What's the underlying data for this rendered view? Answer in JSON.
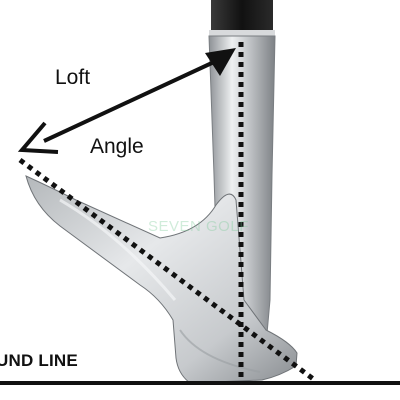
{
  "labels": {
    "loft": "Loft",
    "angle": "Angle",
    "ground_line": "UND LINE"
  },
  "watermark": {
    "text": "SEVEN GOLF"
  },
  "colors": {
    "background": "#ffffff",
    "club_metal": "#c9ccce",
    "grip": "#1a1a1a",
    "lines": "#111111",
    "watermark": "#7fc896"
  }
}
